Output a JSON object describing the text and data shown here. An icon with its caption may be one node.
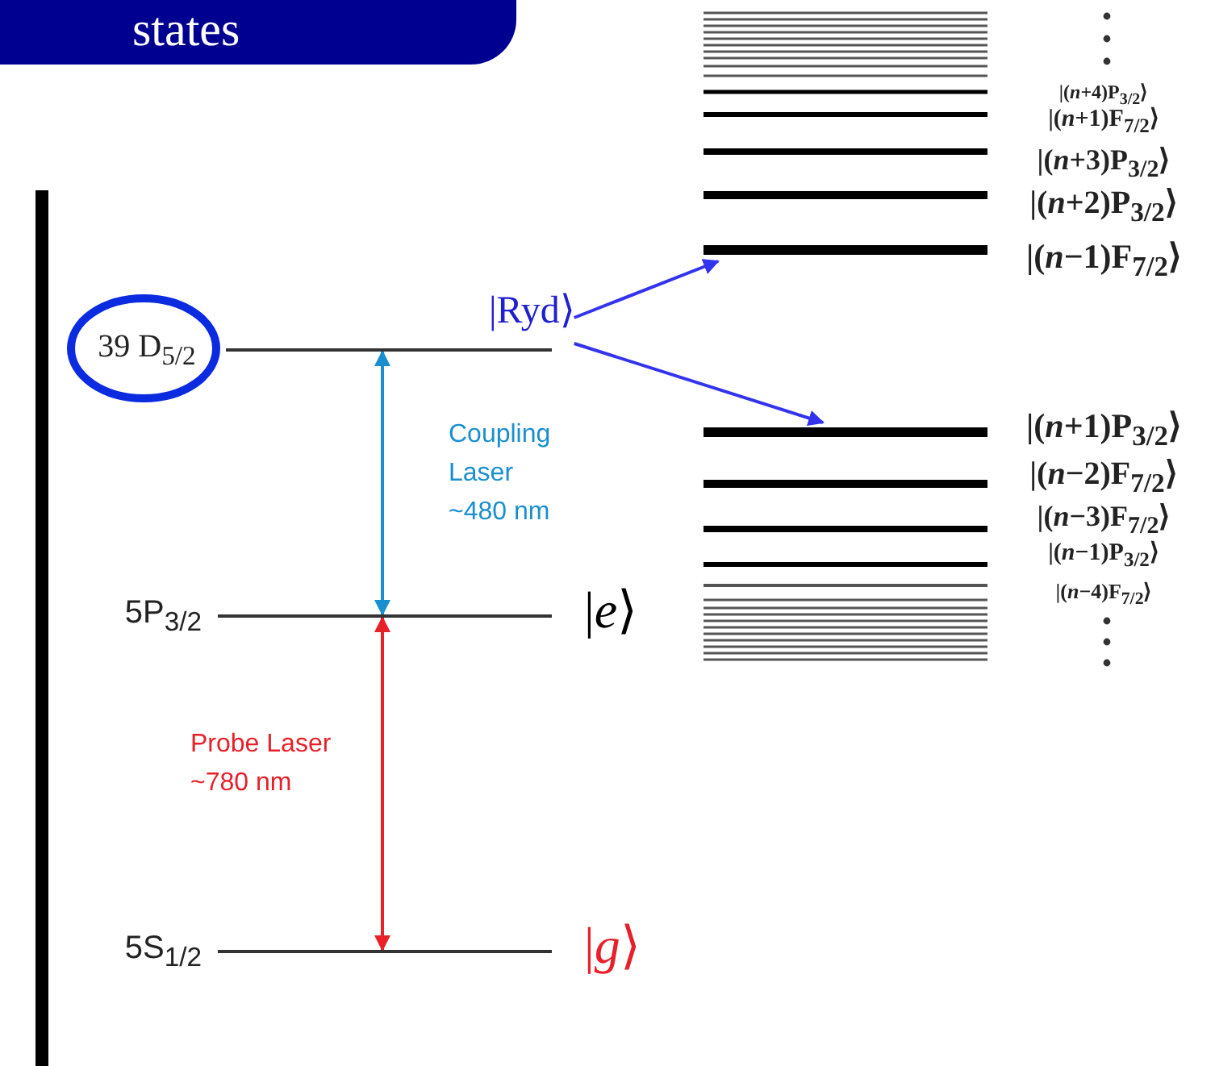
{
  "diagram": {
    "nodes": [
      {
        "text": [
          "39 D$_{5/2}$",
          "|Ryd⟩"
        ]
      },
      {
        "text": [
          "5P$_{3/2}$",
          "|*e*⟩"
        ]
      },
      {
        "text": [
          "5S$_{1/2}$",
          "|*g*⟩"
        ]
      },
      {
        "text": [],
        "shape": "bar",
        "beside": [
          "|(*n*+4)P$_{3/2}$⟩",
          "|(*n*+1)F$_{7/2}$⟩",
          "|(*n*+3)P$_{3/2}$⟩",
          "|(*n*+2)P$_{3/2}$⟩",
          "|(*n*−1)F$_{7/2}$⟩"
        ]
      },
      {
        "text": [],
        "shape": "bar",
        "beside": [
          "|(*n*+1)P$_{3/2}$⟩",
          "|(*n*−2)F$_{7/2}$⟩",
          "|(*n*−3)F$_{7/2}$⟩",
          "|(*n*−1)P$_{3/2}$⟩",
          "|(*n*−4)F$_{7/2}$⟩"
        ]
      }
    ],
    "edges": [
      {
        "from": 1,
        "to": 0,
        "arrow": "both",
        "label": "Coupling Laser ~480 nm",
        "color": "#1a8fd0"
      },
      {
        "from": 2,
        "to": 1,
        "arrow": "both",
        "label": "Probe Laser ~780 nm",
        "color": "#e8202a"
      },
      {
        "from": 0,
        "to": 3,
        "arrow": "to",
        "color": "#3333ee"
      },
      {
        "from": 0,
        "to": 4,
        "arrow": "to",
        "color": "#3333ee"
      }
    ],
    "labels": [
      "states"
    ]
  }
}
